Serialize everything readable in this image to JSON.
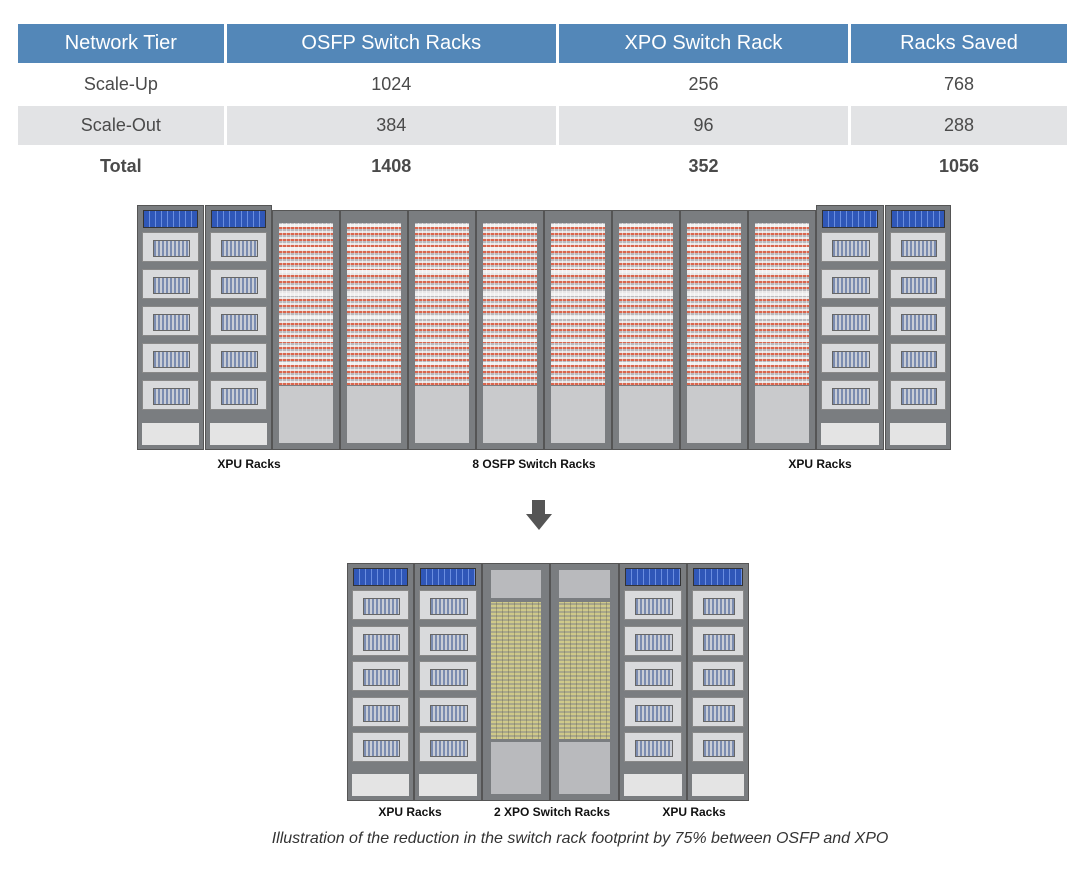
{
  "table": {
    "headers": [
      "Network Tier",
      "OSFP Switch Racks",
      "XPO Switch Rack",
      "Racks Saved"
    ],
    "rows": [
      [
        "Scale-Up",
        "1024",
        "256",
        "768"
      ],
      [
        "Scale-Out",
        "384",
        "96",
        "288"
      ],
      [
        "Total",
        "1408",
        "352",
        "1056"
      ]
    ]
  },
  "top_figure": {
    "left_label": "XPU Racks",
    "center_label": "8 OSFP Switch Racks",
    "right_label": "XPU Racks"
  },
  "bottom_figure": {
    "left_label": "XPU Racks",
    "center_label": "2 XPO Switch Racks",
    "right_label": "XPU Racks"
  },
  "caption": "Illustration of the reduction in the switch rack footprint by 75% between OSFP and XPO"
}
